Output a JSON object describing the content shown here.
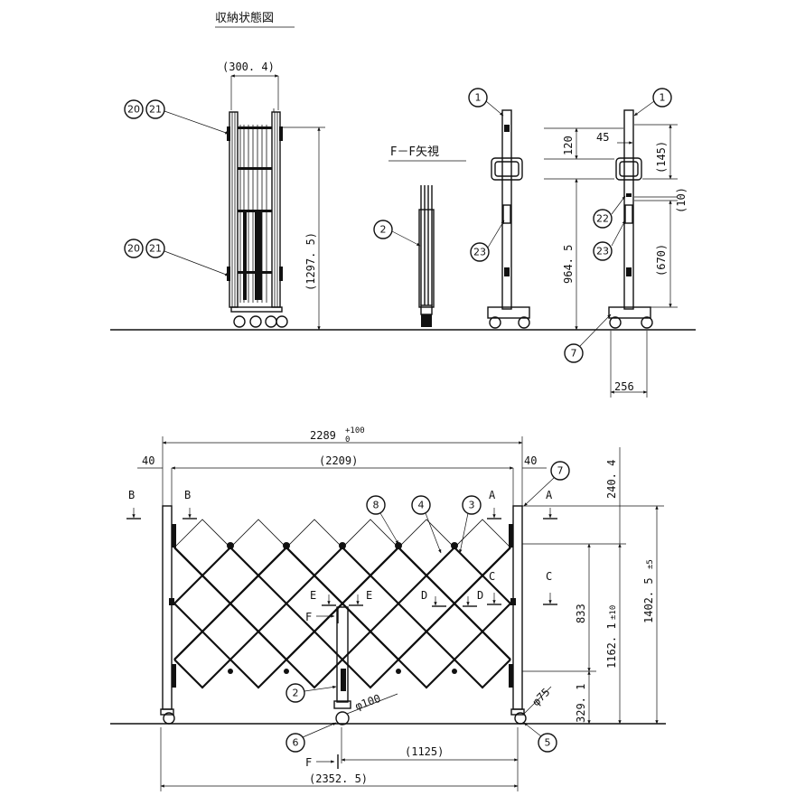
{
  "titles": {
    "storage_view": "収納状態図",
    "f_view": "F－F矢視"
  },
  "callouts": {
    "c1a": "1",
    "c1b": "1",
    "c2a": "2",
    "c2b": "2",
    "c3": "3",
    "c4": "4",
    "c5": "5",
    "c6": "6",
    "c7a": "7",
    "c7b": "7",
    "c8": "8",
    "c20a": "20",
    "c21a": "21",
    "c20b": "20",
    "c21b": "21",
    "c22": "22",
    "c23a": "23",
    "c23b": "23"
  },
  "dimensions": {
    "storage_width": "(300. 4)",
    "storage_height": "(1297. 5)",
    "side_120": "120",
    "side_45": "45",
    "side_145": "(145)",
    "side_10": "(10)",
    "side_670": "(670)",
    "side_964": "964. 5",
    "side_256": "256",
    "total_width_main": "2289",
    "total_width_tol": "+100",
    "total_width_tol0": "0",
    "left_40": "40",
    "right_40": "40",
    "inner_2209": "(2209)",
    "top_240": "240. 4",
    "h_833": "833",
    "h_1162": "1162. 1",
    "h_1162_tol": "±10",
    "h_1402": "1402. 5",
    "h_1402_tol": "±5",
    "h_329": "329. 1",
    "phi75": "φ75",
    "phi100": "φ100",
    "w_1125": "(1125)",
    "w_2352": "(2352. 5)"
  },
  "section_marks": {
    "A1": "A",
    "A2": "A",
    "B1": "B",
    "B2": "B",
    "C1": "C",
    "C2": "C",
    "D1": "D",
    "D2": "D",
    "E1": "E",
    "E2": "E",
    "F1": "F",
    "F2": "F"
  }
}
